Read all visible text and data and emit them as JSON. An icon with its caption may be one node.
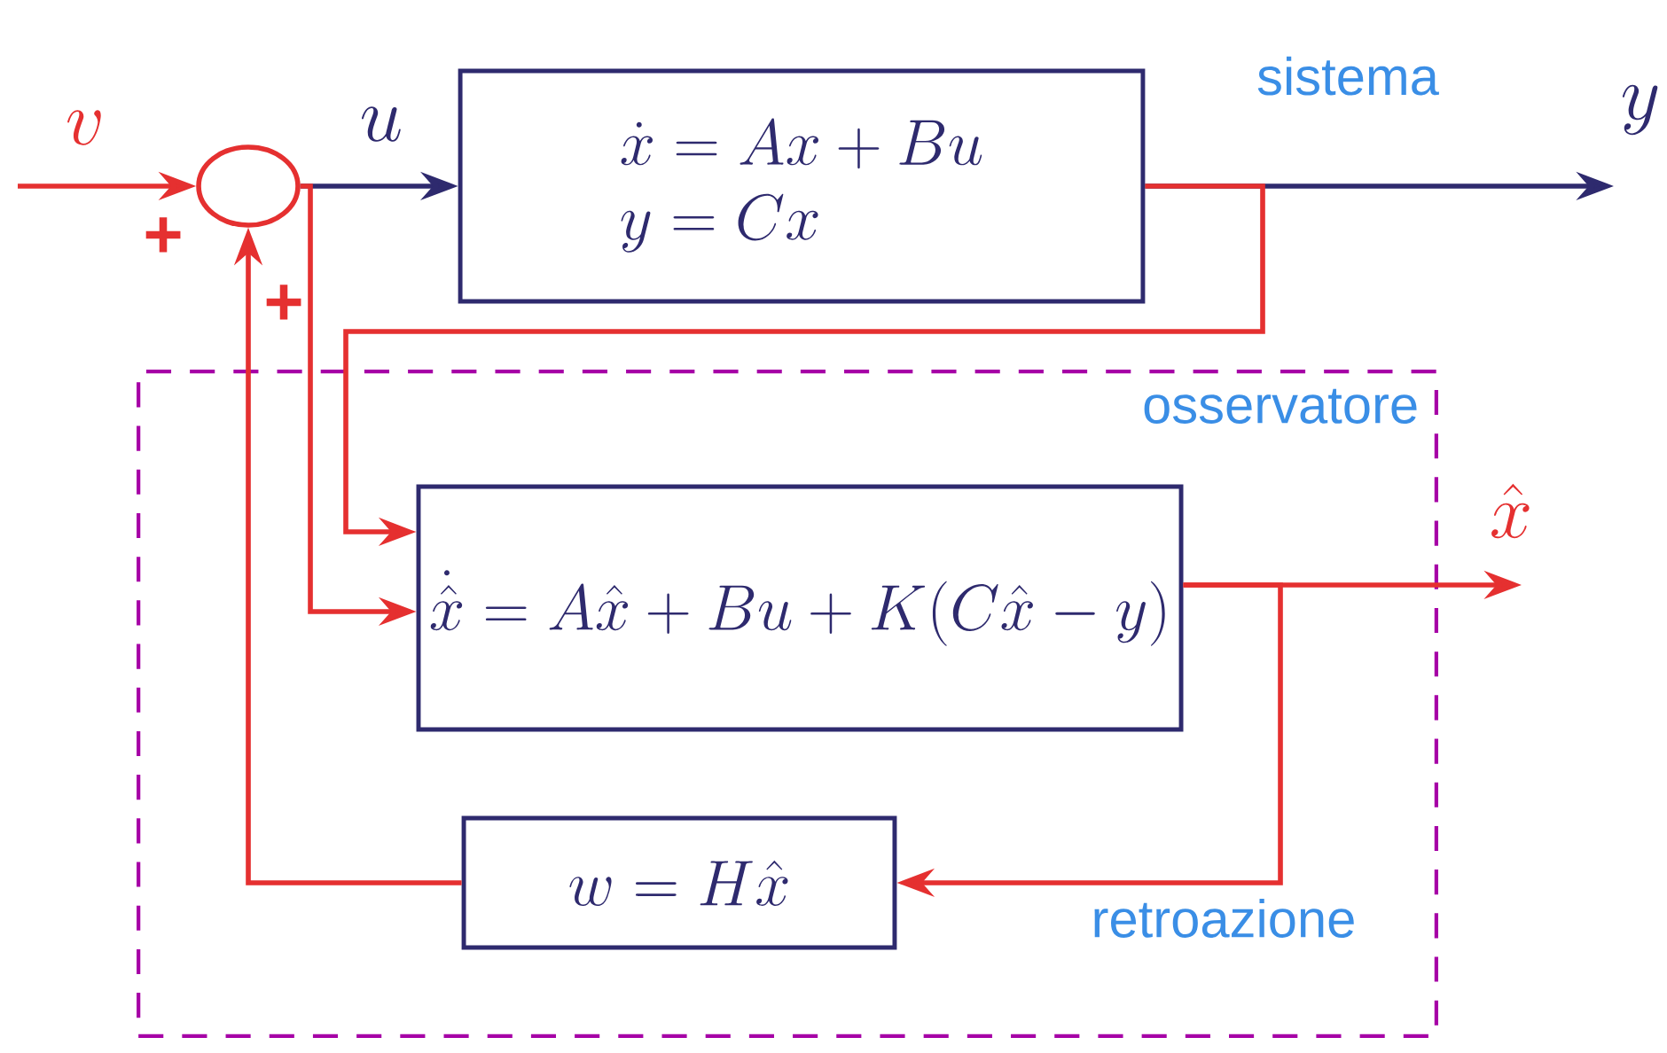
{
  "diagram": {
    "nodes": [
      {
        "text": [
          "osservatore"
        ]
      },
      {
        "text": [],
        "shape": "circle"
      },
      {
        "text": [
          "\\dot{x} = Ax + Bu",
          "y = Cx"
        ],
        "beside": [
          "sistema"
        ]
      },
      {
        "text": [
          "\\dot{\\hat{x}} = A\\hat{x} + Bu + K(C\\hat{x} - y)"
        ],
        "in": 0
      },
      {
        "text": [
          "w = H\\hat{x}"
        ],
        "in": 0
      }
    ],
    "edges": [
      {
        "from": null,
        "to": 1,
        "arrow": "to",
        "label": "v"
      },
      {
        "from": 1,
        "to": 2,
        "arrow": "to",
        "label": "u",
        "color": "#2e2a6e"
      },
      {
        "from": 2,
        "to": null,
        "arrow": "to",
        "label": "y",
        "color": "#2e2a6e"
      },
      {
        "from": 2,
        "to": 3,
        "arrow": "to"
      },
      {
        "from": 1,
        "to": 3,
        "arrow": "to"
      },
      {
        "from": 3,
        "to": null,
        "arrow": "to",
        "label": "\\hat{x}"
      },
      {
        "from": 3,
        "to": 4,
        "arrow": "to",
        "label": "retroazione"
      },
      {
        "from": 4,
        "to": 1,
        "arrow": "to"
      }
    ],
    "labels": [
      "+",
      "+"
    ]
  }
}
